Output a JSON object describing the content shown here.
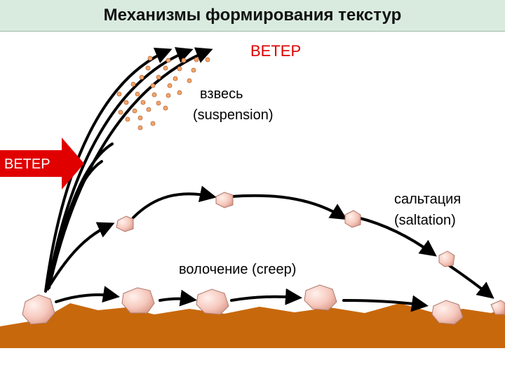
{
  "title": "Механизмы формирования текстур",
  "wind_label_top": "ВЕТЕР",
  "wind_label_arrow": "ВЕТЕР",
  "suspension": {
    "line1": "взвесь",
    "line2": "(suspension)"
  },
  "saltation": {
    "line1": "сальтация",
    "line2": "(saltation)"
  },
  "creep": {
    "label": "волочение (creep)"
  },
  "colors": {
    "title_bg": "#d9ebdf",
    "wind_arrow": "#e00000",
    "ground": "#c8680c",
    "pebble": "#f6c8bd",
    "grain": "#f2a66a",
    "arrows": "#000000"
  }
}
